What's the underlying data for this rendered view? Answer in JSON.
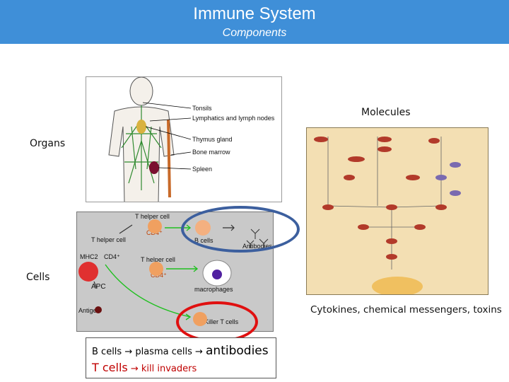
{
  "header": {
    "title": "Immune System",
    "subtitle": "Components"
  },
  "labels": {
    "organs": "Organs",
    "cells": "Cells",
    "molecules": "Molecules",
    "molecules_caption": "Cytokines, chemical messengers, toxins"
  },
  "organ_figure": {
    "items": [
      "Tonsils",
      "Lymphatics and lymph nodes",
      "Thymus gland",
      "Bone marrow",
      "Spleen"
    ]
  },
  "cells_figure": {
    "t_helper_top": "T helper cell",
    "cd4_a": "CD4⁺",
    "b_cells": "B cells",
    "antibodies": "Antibodies",
    "t_helper_left": "T helper cell",
    "mhc2": "MHC2",
    "cd4_b": "CD4⁺",
    "t_helper_mid": "T helper cell",
    "cd4_c": "CD4⁺",
    "apc": "APC",
    "macrophages": "macrophages",
    "antigen": "Antigen",
    "killer_t": "Killer T cells"
  },
  "caption": {
    "line1_a": "B cells → plasma cells → ",
    "line1_b": "antibodies",
    "line2_a": "T cells",
    "line2_b": " → kill invaders"
  },
  "colors": {
    "header": "#3f8fd8",
    "blue_ring": "#3c5f9e",
    "red_ring": "#e01010",
    "red_text": "#c00000"
  }
}
